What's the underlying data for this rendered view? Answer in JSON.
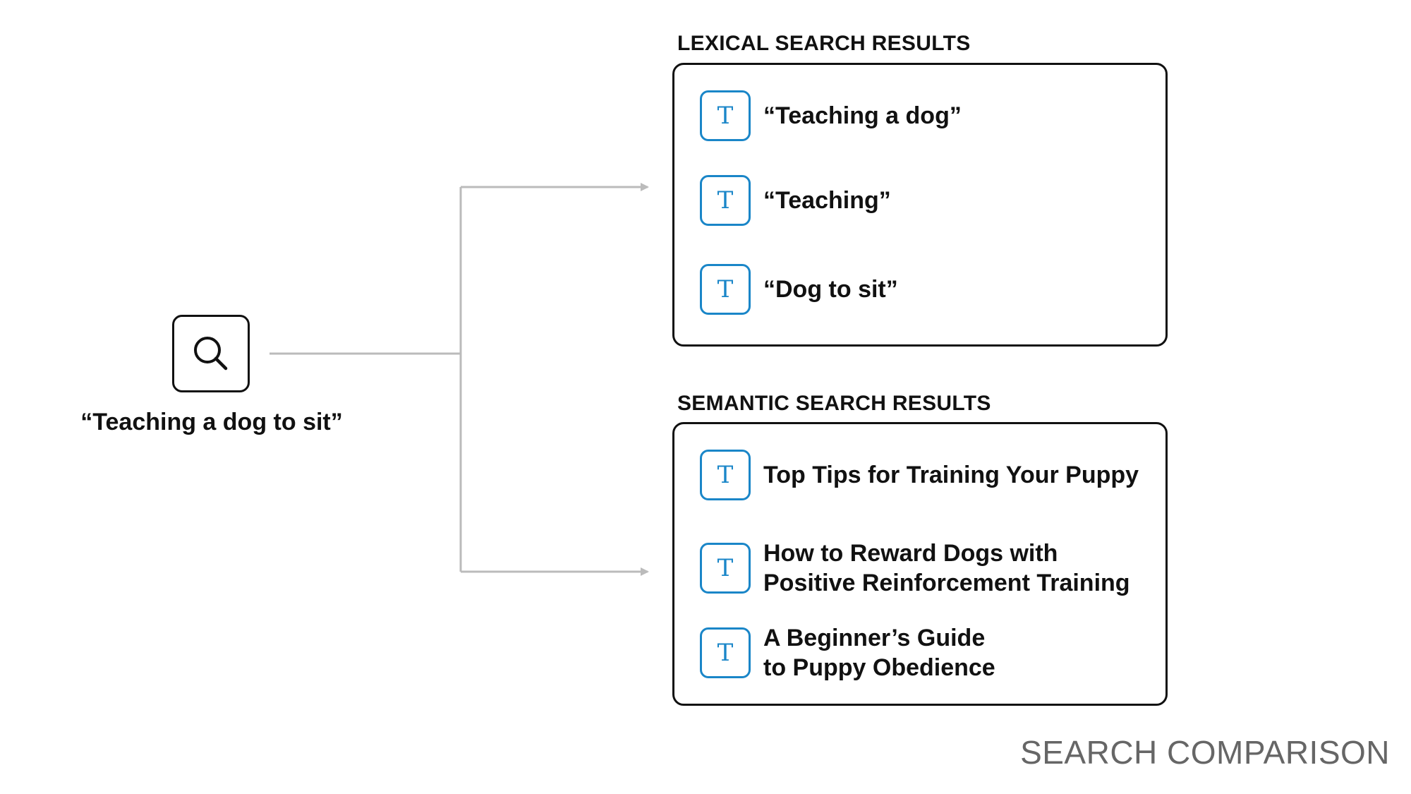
{
  "query": {
    "text": "“Teaching a dog to sit”",
    "icon": "search-icon"
  },
  "lexical": {
    "title": "LEXICAL SEARCH RESULTS",
    "results": [
      {
        "text": "“Teaching a dog”",
        "icon_glyph": "T"
      },
      {
        "text": "“Teaching”",
        "icon_glyph": "T"
      },
      {
        "text": "“Dog to sit”",
        "icon_glyph": "T"
      }
    ]
  },
  "semantic": {
    "title": "SEMANTIC SEARCH RESULTS",
    "results": [
      {
        "text": "Top Tips for Training Your Puppy",
        "icon_glyph": "T"
      },
      {
        "text": "How to Reward Dogs with\nPositive Reinforcement Training",
        "icon_glyph": "T"
      },
      {
        "text": "A Beginner’s Guide\nto Puppy Obedience",
        "icon_glyph": "T"
      }
    ]
  },
  "footer": {
    "label": "SEARCH COMPARISON"
  },
  "colors": {
    "accent": "#1a86c8",
    "connector": "#bbbbbb",
    "border": "#111111",
    "footer_text": "#666666"
  }
}
